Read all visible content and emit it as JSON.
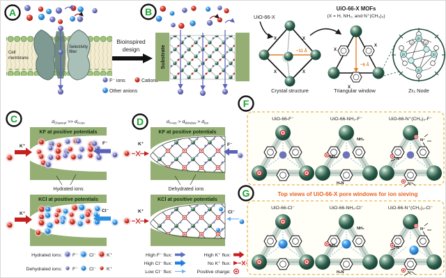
{
  "panelA": {
    "letter": "A",
    "cell1": "Cell",
    "cell2": "membrane",
    "sel1": "Selectivity",
    "sel2": "filter",
    "legend_f": "F⁻ ions",
    "legend_cat": "Cations",
    "legend_other": "Other anions"
  },
  "bio": {
    "line1": "Bioinspired",
    "line2": "design"
  },
  "panelB": {
    "letter": "B",
    "substrate": "Substrate",
    "uio_label": "UiO-66-X",
    "mofs_title": "UiO-66-X MOFs",
    "mofs_subtitle": "(X = H, NH₂, and N⁺(CH₃)₃)",
    "crystal_label": "Crystal structure",
    "crystal_dim": "~11 Å",
    "window_label": "Triangular window",
    "window_dim": "~6 Å",
    "node_label": "Zr₆ Node",
    "x": "X",
    "zr": "Zr",
    "o": "O"
  },
  "panelC": {
    "letter": "C",
    "cond": {
      "d": "d",
      "sub1": "Channel",
      "op": " >> ",
      "d2": "d",
      "sub2": "H-ion"
    },
    "kf": "KF at positive potentials",
    "kcl": "KCl at positive potentials",
    "hydrated": "Hydrated ions",
    "k": "K⁺",
    "f": "F⁻",
    "cl": "Cl⁻"
  },
  "panelD": {
    "letter": "D",
    "cond": {
      "d": "d",
      "sub1": "H-ion",
      "op1": " > ",
      "d2": "d",
      "sub2": "Window",
      "op2": " > ",
      "d3": "d",
      "sub3": "ion"
    },
    "kf": "KF at positive potentials",
    "kcl": "KCl at positive potentials",
    "dehydrated": "Dehydrated ions",
    "k": "K⁺",
    "f": "F⁻",
    "cl": "Cl⁻"
  },
  "ionLegend": {
    "hydrated": "Hydrated ions:",
    "dehydrated": "Dehydrated ions:",
    "f": "F⁻",
    "cl": "Cl⁻",
    "k": "K⁺"
  },
  "fluxLegend": {
    "high_f": "High F⁻ flux:",
    "high_cl": "High Cl⁻ flux:",
    "low_cl": "Low Cl⁻ flux:",
    "high_k": "High K⁺ flux:",
    "no_k": "No K⁺ flux:",
    "pos": "Positive charge:"
  },
  "panelF": {
    "letter": "F",
    "windows": [
      "UiO-66-F⁻",
      "UiO-66-NH₂-F⁻",
      "UiO-66-N⁺(CH₃)₃-F⁻"
    ]
  },
  "panelG": {
    "letter": "G",
    "header": "Top views of UiO-66-X pore windows for ion sieving",
    "windows": [
      "UiO-66-Cl⁻",
      "UiO-66-NH₂-Cl⁻",
      "UiO-66-N⁺(CH₃)₃-Cl⁻"
    ]
  },
  "chem": {
    "nh2": "NH₂",
    "h2n": "H₂N",
    "n_plus": "N⁺"
  },
  "colors": {
    "green_bar": "#94ae73",
    "sphere_green": "#1c4a3c",
    "red_ion": "#c5201e",
    "blue_ion": "#2d8fe0",
    "purple_ion": "#6e73b5",
    "orange": "#e07b1f",
    "box_dash": "#e8b54a",
    "header_orange": "#e8611c",
    "panel_letter_green": "#18a62f"
  }
}
